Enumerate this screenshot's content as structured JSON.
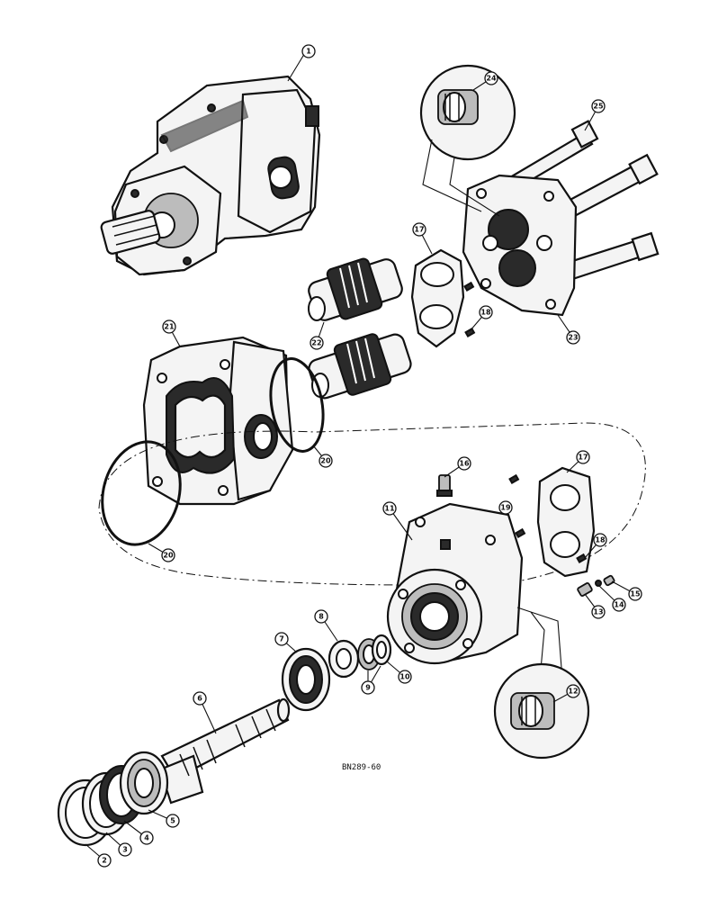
{
  "diagram_code": "BN289-60",
  "callouts": [
    {
      "id": "c1",
      "label": "1"
    },
    {
      "id": "c2",
      "label": "2"
    },
    {
      "id": "c3",
      "label": "3"
    },
    {
      "id": "c4",
      "label": "4"
    },
    {
      "id": "c5",
      "label": "5"
    },
    {
      "id": "c6",
      "label": "6"
    },
    {
      "id": "c7",
      "label": "7"
    },
    {
      "id": "c8",
      "label": "8"
    },
    {
      "id": "c9",
      "label": "9"
    },
    {
      "id": "c10",
      "label": "10"
    },
    {
      "id": "c11",
      "label": "11"
    },
    {
      "id": "c12",
      "label": "12"
    },
    {
      "id": "c13",
      "label": "13"
    },
    {
      "id": "c14",
      "label": "14"
    },
    {
      "id": "c15",
      "label": "15"
    },
    {
      "id": "c16",
      "label": "16"
    },
    {
      "id": "c17a",
      "label": "17"
    },
    {
      "id": "c17b",
      "label": "17"
    },
    {
      "id": "c18a",
      "label": "18"
    },
    {
      "id": "c18b",
      "label": "18"
    },
    {
      "id": "c19",
      "label": "19"
    },
    {
      "id": "c20a",
      "label": "20"
    },
    {
      "id": "c20b",
      "label": "20"
    },
    {
      "id": "c21",
      "label": "21"
    },
    {
      "id": "c22",
      "label": "22"
    },
    {
      "id": "c23",
      "label": "23"
    },
    {
      "id": "c24",
      "label": "24"
    },
    {
      "id": "c25",
      "label": "25"
    }
  ]
}
